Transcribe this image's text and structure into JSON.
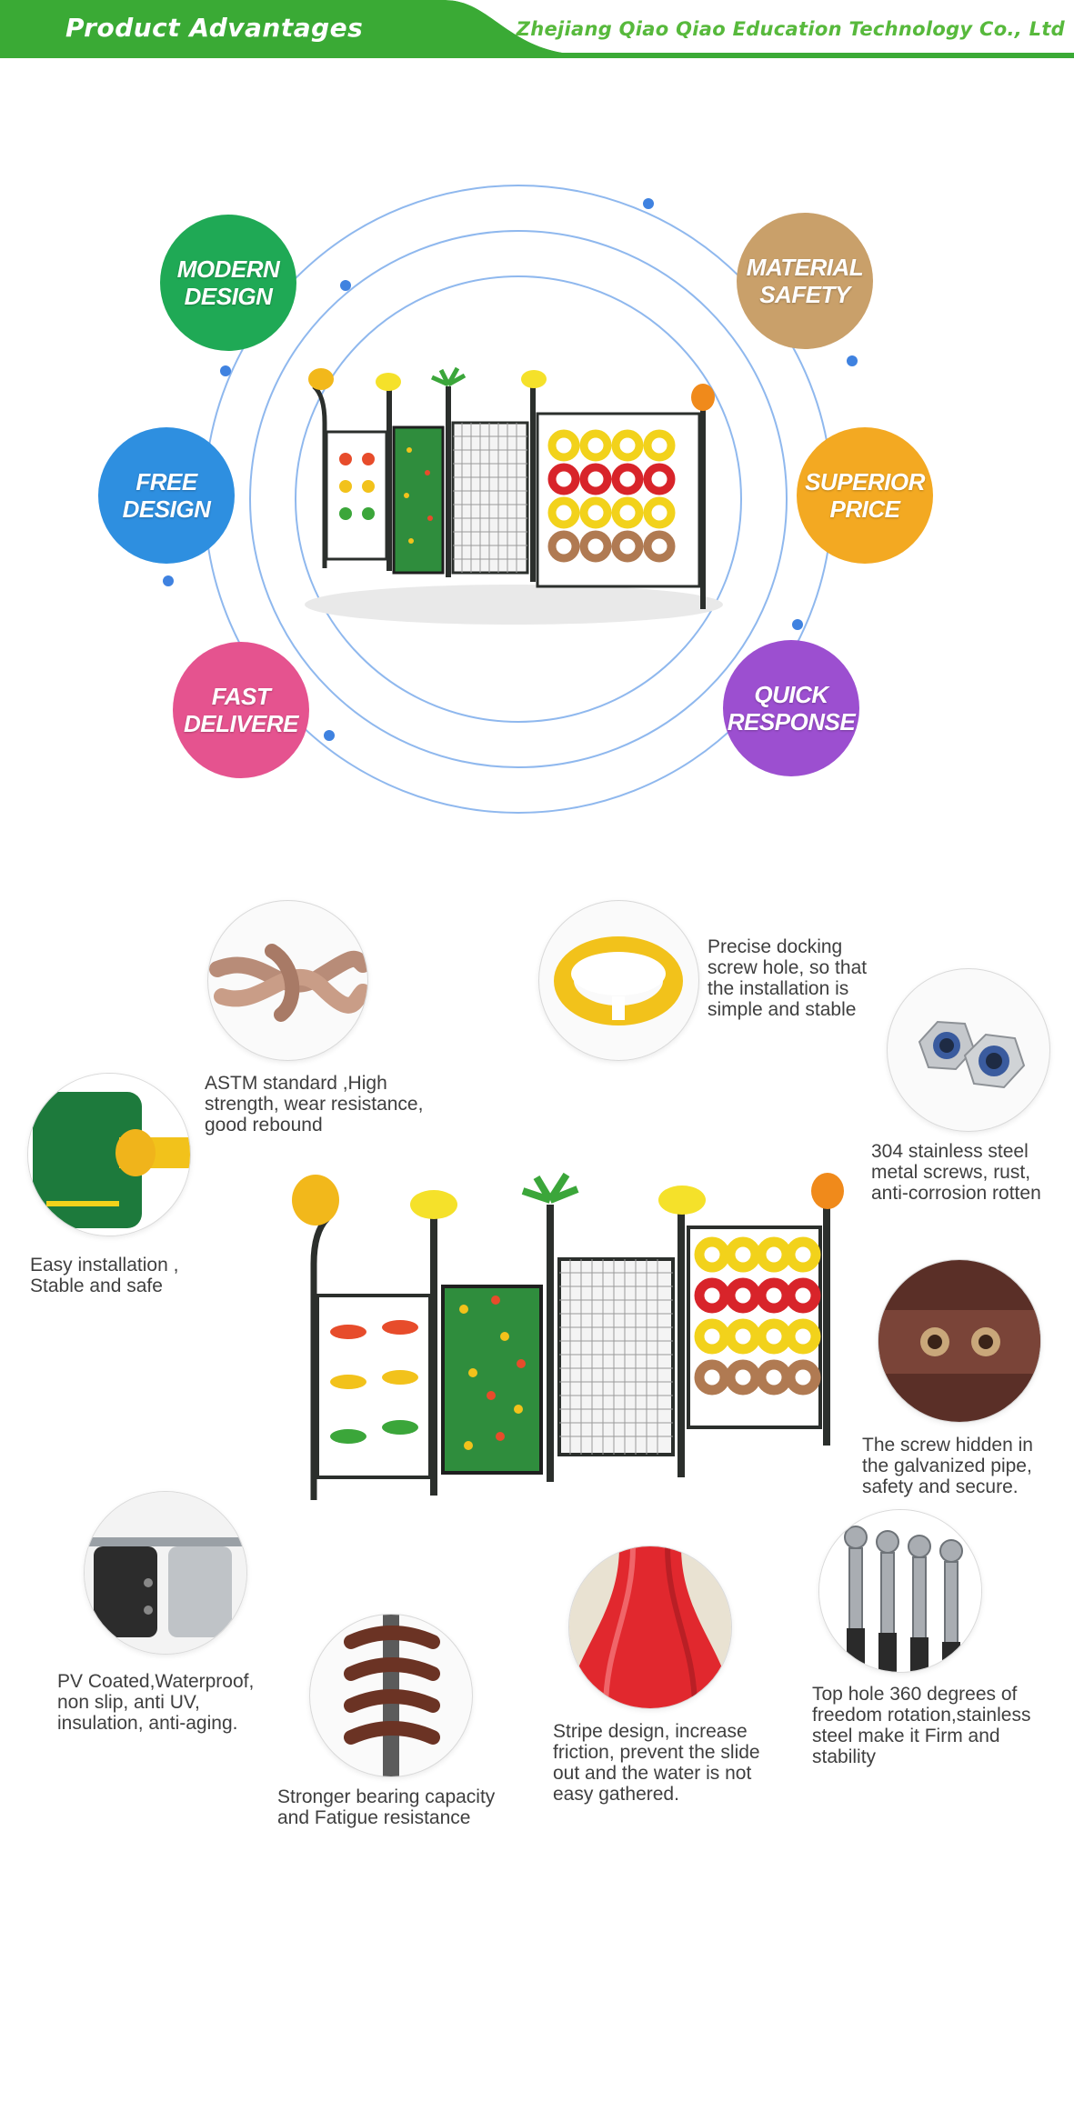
{
  "header": {
    "title": "Product Advantages",
    "company": "Zhejiang Qiao Qiao Education Technology Co., Ltd",
    "bar_color": "#3aaa35"
  },
  "advantages": [
    {
      "label": "MODERN\nDESIGN",
      "color": "#1fa955"
    },
    {
      "label": "MATERIAL\nSAFETY",
      "color": "#c9a06a"
    },
    {
      "label": "FREE\nDESIGN",
      "color": "#2e8fe0"
    },
    {
      "label": "SUPERIOR\nPRICE",
      "color": "#f3a922"
    },
    {
      "label": "FAST\nDELIVERE",
      "color": "#e5538f"
    },
    {
      "label": "QUICK\nRESPONSE",
      "color": "#9c4fd0"
    }
  ],
  "features": [
    {
      "text": "Precise docking\nscrew hole, so that\nthe installation is\nsimple and stable",
      "icon": "yellow-clamp-icon"
    },
    {
      "text": "ASTM standard ,High\nstrength, wear resistance,\ngood rebound",
      "icon": "rope-knot-icon"
    },
    {
      "text": "304 stainless steel\nmetal screws, rust,\nanti-corrosion rotten",
      "icon": "steel-nut-icon"
    },
    {
      "text": "Easy installation ,\nStable and safe",
      "icon": "panel-clip-icon"
    },
    {
      "text": "The screw hidden in\nthe galvanized pipe,\nsafety and secure.",
      "icon": "hidden-screw-icon"
    },
    {
      "text": "PV Coated,Waterproof,\nnon slip, anti UV,\ninsulation, anti-aging.",
      "icon": "coated-pipe-icon"
    },
    {
      "text": "Stronger bearing capacity\nand Fatigue resistance",
      "icon": "spring-icon"
    },
    {
      "text": "Stripe design, increase\nfriction, prevent the slide\nout and the water is not\neasy gathered.",
      "icon": "red-slide-icon"
    },
    {
      "text": "Top hole 360 degrees of\nfreedom rotation,stainless\nsteel make it Firm and\nstability",
      "icon": "swivel-bolt-icon"
    }
  ]
}
